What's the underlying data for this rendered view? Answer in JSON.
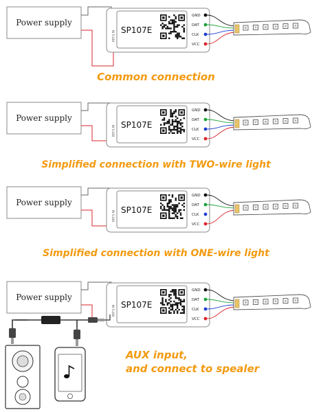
{
  "diagrams": [
    {
      "power_supply": "Power supply",
      "controller": {
        "model": "SP107E",
        "side_label": "IN 5-24V"
      },
      "pins": [
        "GND",
        "DAT",
        "CLK",
        "VCC"
      ],
      "caption": "Common connection"
    },
    {
      "power_supply": "Power supply",
      "controller": {
        "model": "SP107E",
        "side_label": "IN 5-24V"
      },
      "pins": [
        "GND",
        "DAT",
        "CLK",
        "VCC"
      ],
      "caption": "Simplified connection with TWO-wire light"
    },
    {
      "power_supply": "Power supply",
      "controller": {
        "model": "SP107E",
        "side_label": "IN 5-24V"
      },
      "pins": [
        "GND",
        "DAT",
        "CLK",
        "VCC"
      ],
      "caption": "Simplified connection with ONE-wire light"
    },
    {
      "power_supply": "Power supply",
      "controller": {
        "model": "SP107E",
        "side_label": "IN 5-24V"
      },
      "pins": [
        "GND",
        "DAT",
        "CLK",
        "VCC"
      ],
      "caption_lines": [
        "AUX input,",
        "and connect to spealer"
      ]
    }
  ],
  "colors": {
    "caption": "#f39a10",
    "gnd_pin": "#111111",
    "dat_pin": "#1fa33b",
    "clk_pin": "#1f3fd0",
    "vcc_pin": "#d8262b",
    "box_border": "#8a8a8a"
  },
  "icons": [
    "qr-code-icon",
    "music-note-icon",
    "speaker-icon",
    "phone-icon",
    "led-strip-icon"
  ]
}
